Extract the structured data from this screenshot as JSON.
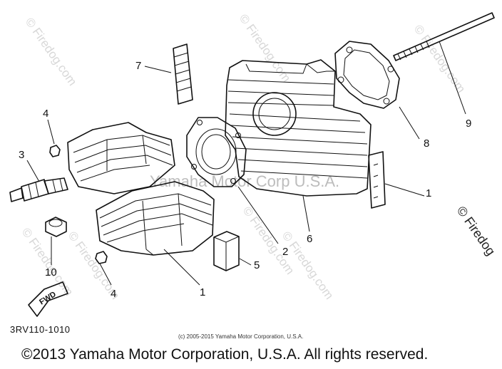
{
  "watermarks": [
    "© Firedog.com",
    "© Firedog.com",
    "© Firedog.com",
    "© Firedog.com",
    "© Firedog.com",
    "© Firedog.com",
    "© Firedog.com",
    "© Firedog"
  ],
  "watermark_center": "Yamaha Motor Corp U.S.A.",
  "callouts": {
    "c1a": "1",
    "c1b": "1",
    "c2": "2",
    "c3": "3",
    "c4a": "4",
    "c4b": "4",
    "c5": "5",
    "c6": "6",
    "c7": "7",
    "c8": "8",
    "c9": "9",
    "c10": "10"
  },
  "fwd_label": "FWD",
  "diagram_code": "3RV110-1010",
  "small_copyright": "(c) 2005-2015 Yamaha Motor Corporation, U.S.A.",
  "copyright": "©2013 Yamaha Motor Corporation, U.S.A. All rights reserved."
}
